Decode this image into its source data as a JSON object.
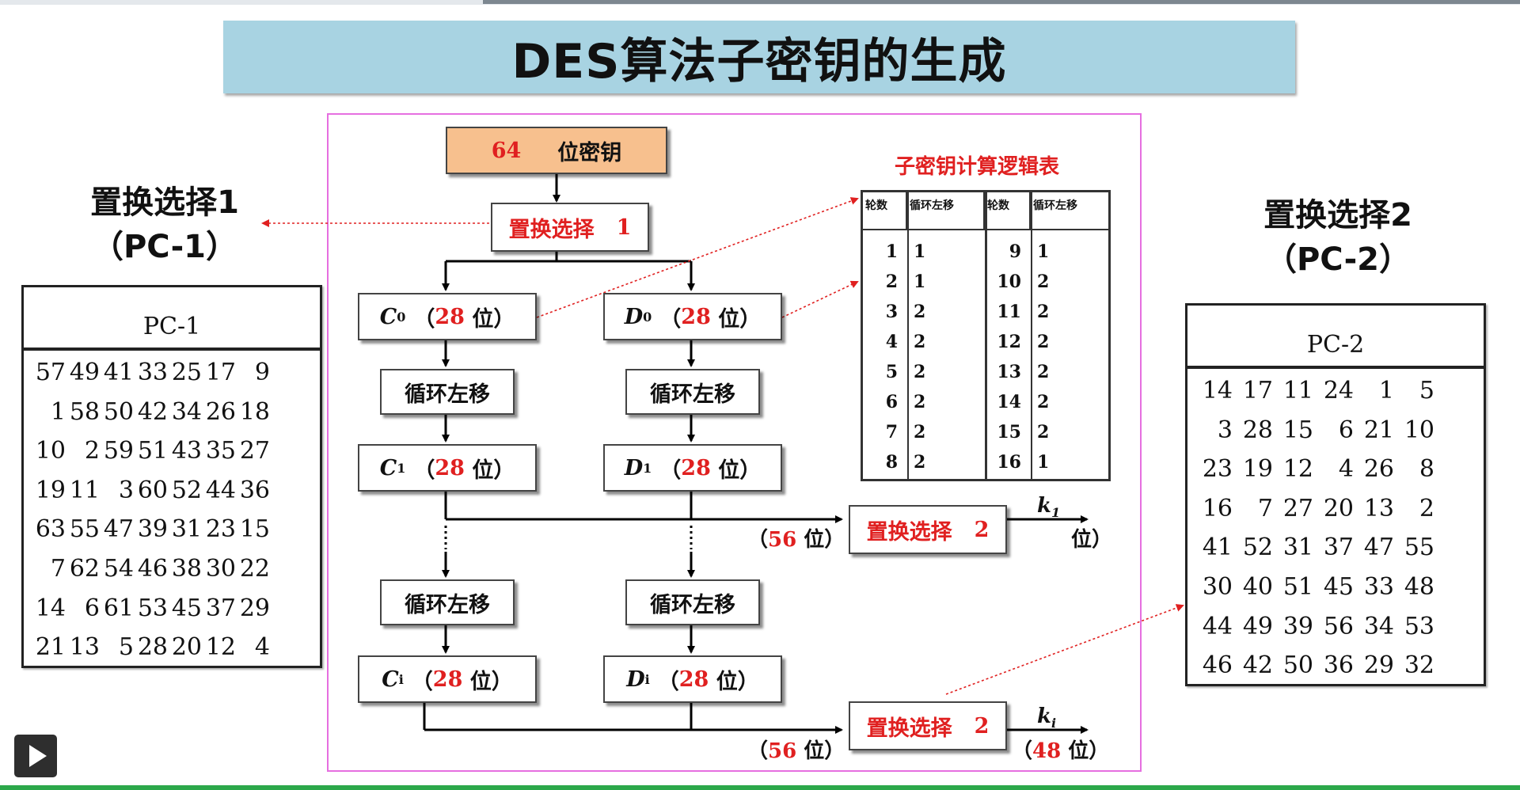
{
  "title": "DES算法子密钥的生成",
  "pc1_side": {
    "line1": "置换选择1",
    "line2": "（PC-1）"
  },
  "pc2_side": {
    "line1": "置换选择2",
    "line2": "（PC-2）"
  },
  "pc1": {
    "header": "PC-1",
    "values": [
      57,
      49,
      41,
      33,
      25,
      17,
      9,
      1,
      58,
      50,
      42,
      34,
      26,
      18,
      10,
      2,
      59,
      51,
      43,
      35,
      27,
      19,
      11,
      3,
      60,
      52,
      44,
      36,
      63,
      55,
      47,
      39,
      31,
      23,
      15,
      7,
      62,
      54,
      46,
      38,
      30,
      22,
      14,
      6,
      61,
      53,
      45,
      37,
      29,
      21,
      13,
      5,
      28,
      20,
      12,
      4
    ]
  },
  "pc2": {
    "header": "PC-2",
    "values": [
      14,
      17,
      11,
      24,
      1,
      5,
      3,
      28,
      15,
      6,
      21,
      10,
      23,
      19,
      12,
      4,
      26,
      8,
      16,
      7,
      27,
      20,
      13,
      2,
      41,
      52,
      31,
      37,
      47,
      55,
      30,
      40,
      51,
      45,
      33,
      48,
      44,
      49,
      39,
      56,
      34,
      53,
      46,
      42,
      50,
      36,
      29,
      32
    ]
  },
  "flow": {
    "key_num": "64",
    "key_text": "位密钥",
    "pc1_text": "置换选择",
    "pc1_num": "1",
    "pc2_text": "置换选择",
    "pc2_num": "2",
    "shift": "循环左移",
    "bits28": "28",
    "wei": "位",
    "c0": "C",
    "c0_sub": "0",
    "d0": "D",
    "d0_sub": "0",
    "c1": "C",
    "c1_sub": "1",
    "d1": "D",
    "d1_sub": "1",
    "ci": "C",
    "ci_sub": "i",
    "di": "D",
    "di_sub": "i",
    "bits56": "56",
    "k1": "k",
    "k1_sub": "1",
    "ki": "k",
    "ki_sub": "i",
    "bits48": "48"
  },
  "schedule": {
    "title": "子密钥计算逻辑表",
    "headers": [
      "轮数",
      "循环左移",
      "轮数",
      "循环左移"
    ],
    "rows": [
      [
        "1",
        "1",
        "9",
        "1"
      ],
      [
        "2",
        "1",
        "10",
        "2"
      ],
      [
        "3",
        "2",
        "11",
        "2"
      ],
      [
        "4",
        "2",
        "12",
        "2"
      ],
      [
        "5",
        "2",
        "13",
        "2"
      ],
      [
        "6",
        "2",
        "14",
        "2"
      ],
      [
        "7",
        "2",
        "15",
        "2"
      ],
      [
        "8",
        "2",
        "16",
        "1"
      ]
    ]
  }
}
